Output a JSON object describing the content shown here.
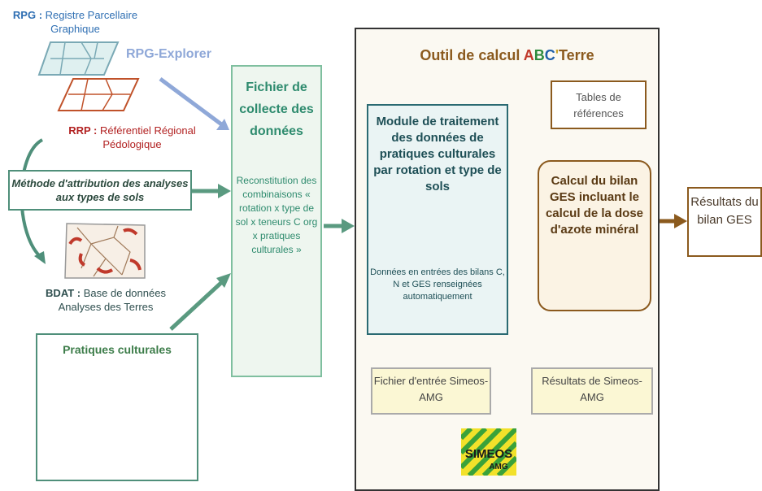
{
  "rpg": {
    "abbr": "RPG",
    "sep": " : ",
    "rest": "Registre Parcellaire Graphique"
  },
  "rpg_explorer": "RPG-Explorer",
  "rrp": {
    "abbr": "RRP",
    "sep": " : ",
    "rest": "Référentiel Régional Pédologique"
  },
  "method_text": "Méthode d'attribution des analyses aux types de sols",
  "bdat": {
    "abbr": "BDAT",
    "sep": " : ",
    "rest": "Base de données Analyses des Terres"
  },
  "pratiques_title": "Pratiques culturales",
  "fichier": {
    "title": "Fichier de collecte des données",
    "body": "Reconstitution des combinaisons « rotation x type de sol x teneurs C org x pratiques culturales »"
  },
  "outil": {
    "prefix": "Outil de calcul ",
    "A": "A",
    "B": "B",
    "C": "C",
    "prime": "'",
    "terre": "Terre"
  },
  "module": {
    "title": "Module de traitement des données de pratiques culturales par rotation et type de sols",
    "body": "Données en entrées des bilans C, N et GES renseignées automatiquement"
  },
  "tables_ref": "Tables de références",
  "calcul": "Calcul du bilan GES incluant le calcul de la dose d'azote minéral",
  "resultats_bilan": "Résultats du bilan GES",
  "fichier_entree": "Fichier d'entrée Simeos-AMG",
  "resultats_simeos": "Résultats de Simeos-AMG",
  "simeos_logo": {
    "name": "SIMEOS",
    "sub": "AMG"
  },
  "colors": {
    "rpg_blue": "#2f6fb3",
    "rrp_red": "#b22222",
    "teal_green": "#4f8f7a",
    "fichier_green": "#2e8b6e",
    "module_teal": "#2a6a72",
    "brown": "#8b5a1e",
    "abc_a": "#c0392b",
    "abc_b": "#2e8b3e",
    "abc_c": "#1f5fa8"
  }
}
